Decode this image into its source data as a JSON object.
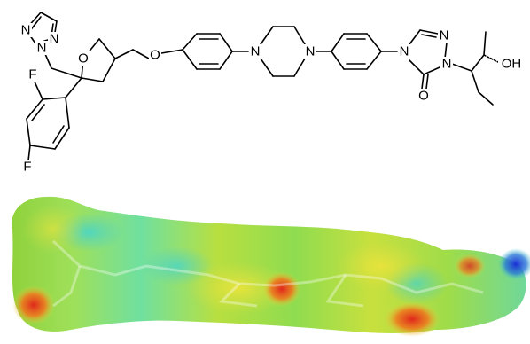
{
  "molecule": {
    "atom_labels": {
      "triazole_n1": "N",
      "triazole_n2": "N",
      "triazole_n3": "N",
      "thf_o": "O",
      "ether_o": "O",
      "pip_n1": "N",
      "pip_n2": "N",
      "triazolone_n4": "N",
      "triazolone_n1": "N",
      "triazolone_n2": "N",
      "carbonyl_o": "O",
      "hydroxyl": "OH",
      "fluoro_1": "F",
      "fluoro_2": "F"
    }
  },
  "surface": {
    "colors": {
      "background": "#ffffff",
      "neutral_green": "#7fd84a",
      "yellow": "#e6e23a",
      "cyan": "#4fd0c8",
      "red": "#e0271c",
      "blue": "#1a2fd6"
    }
  }
}
